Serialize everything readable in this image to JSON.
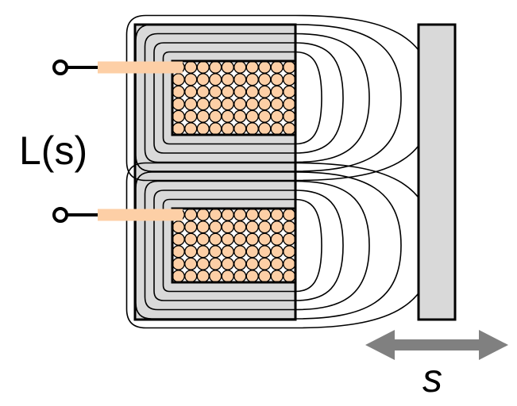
{
  "labels": {
    "inductance": "L(s)",
    "displacement": "s"
  },
  "colors": {
    "core": "#d9d9d9",
    "coil": "#fdcfa6",
    "arrow": "#808080",
    "outline": "#000000"
  },
  "coil_grid": {
    "rows": 6,
    "columns": 10
  },
  "field_lines_per_coil": 5
}
